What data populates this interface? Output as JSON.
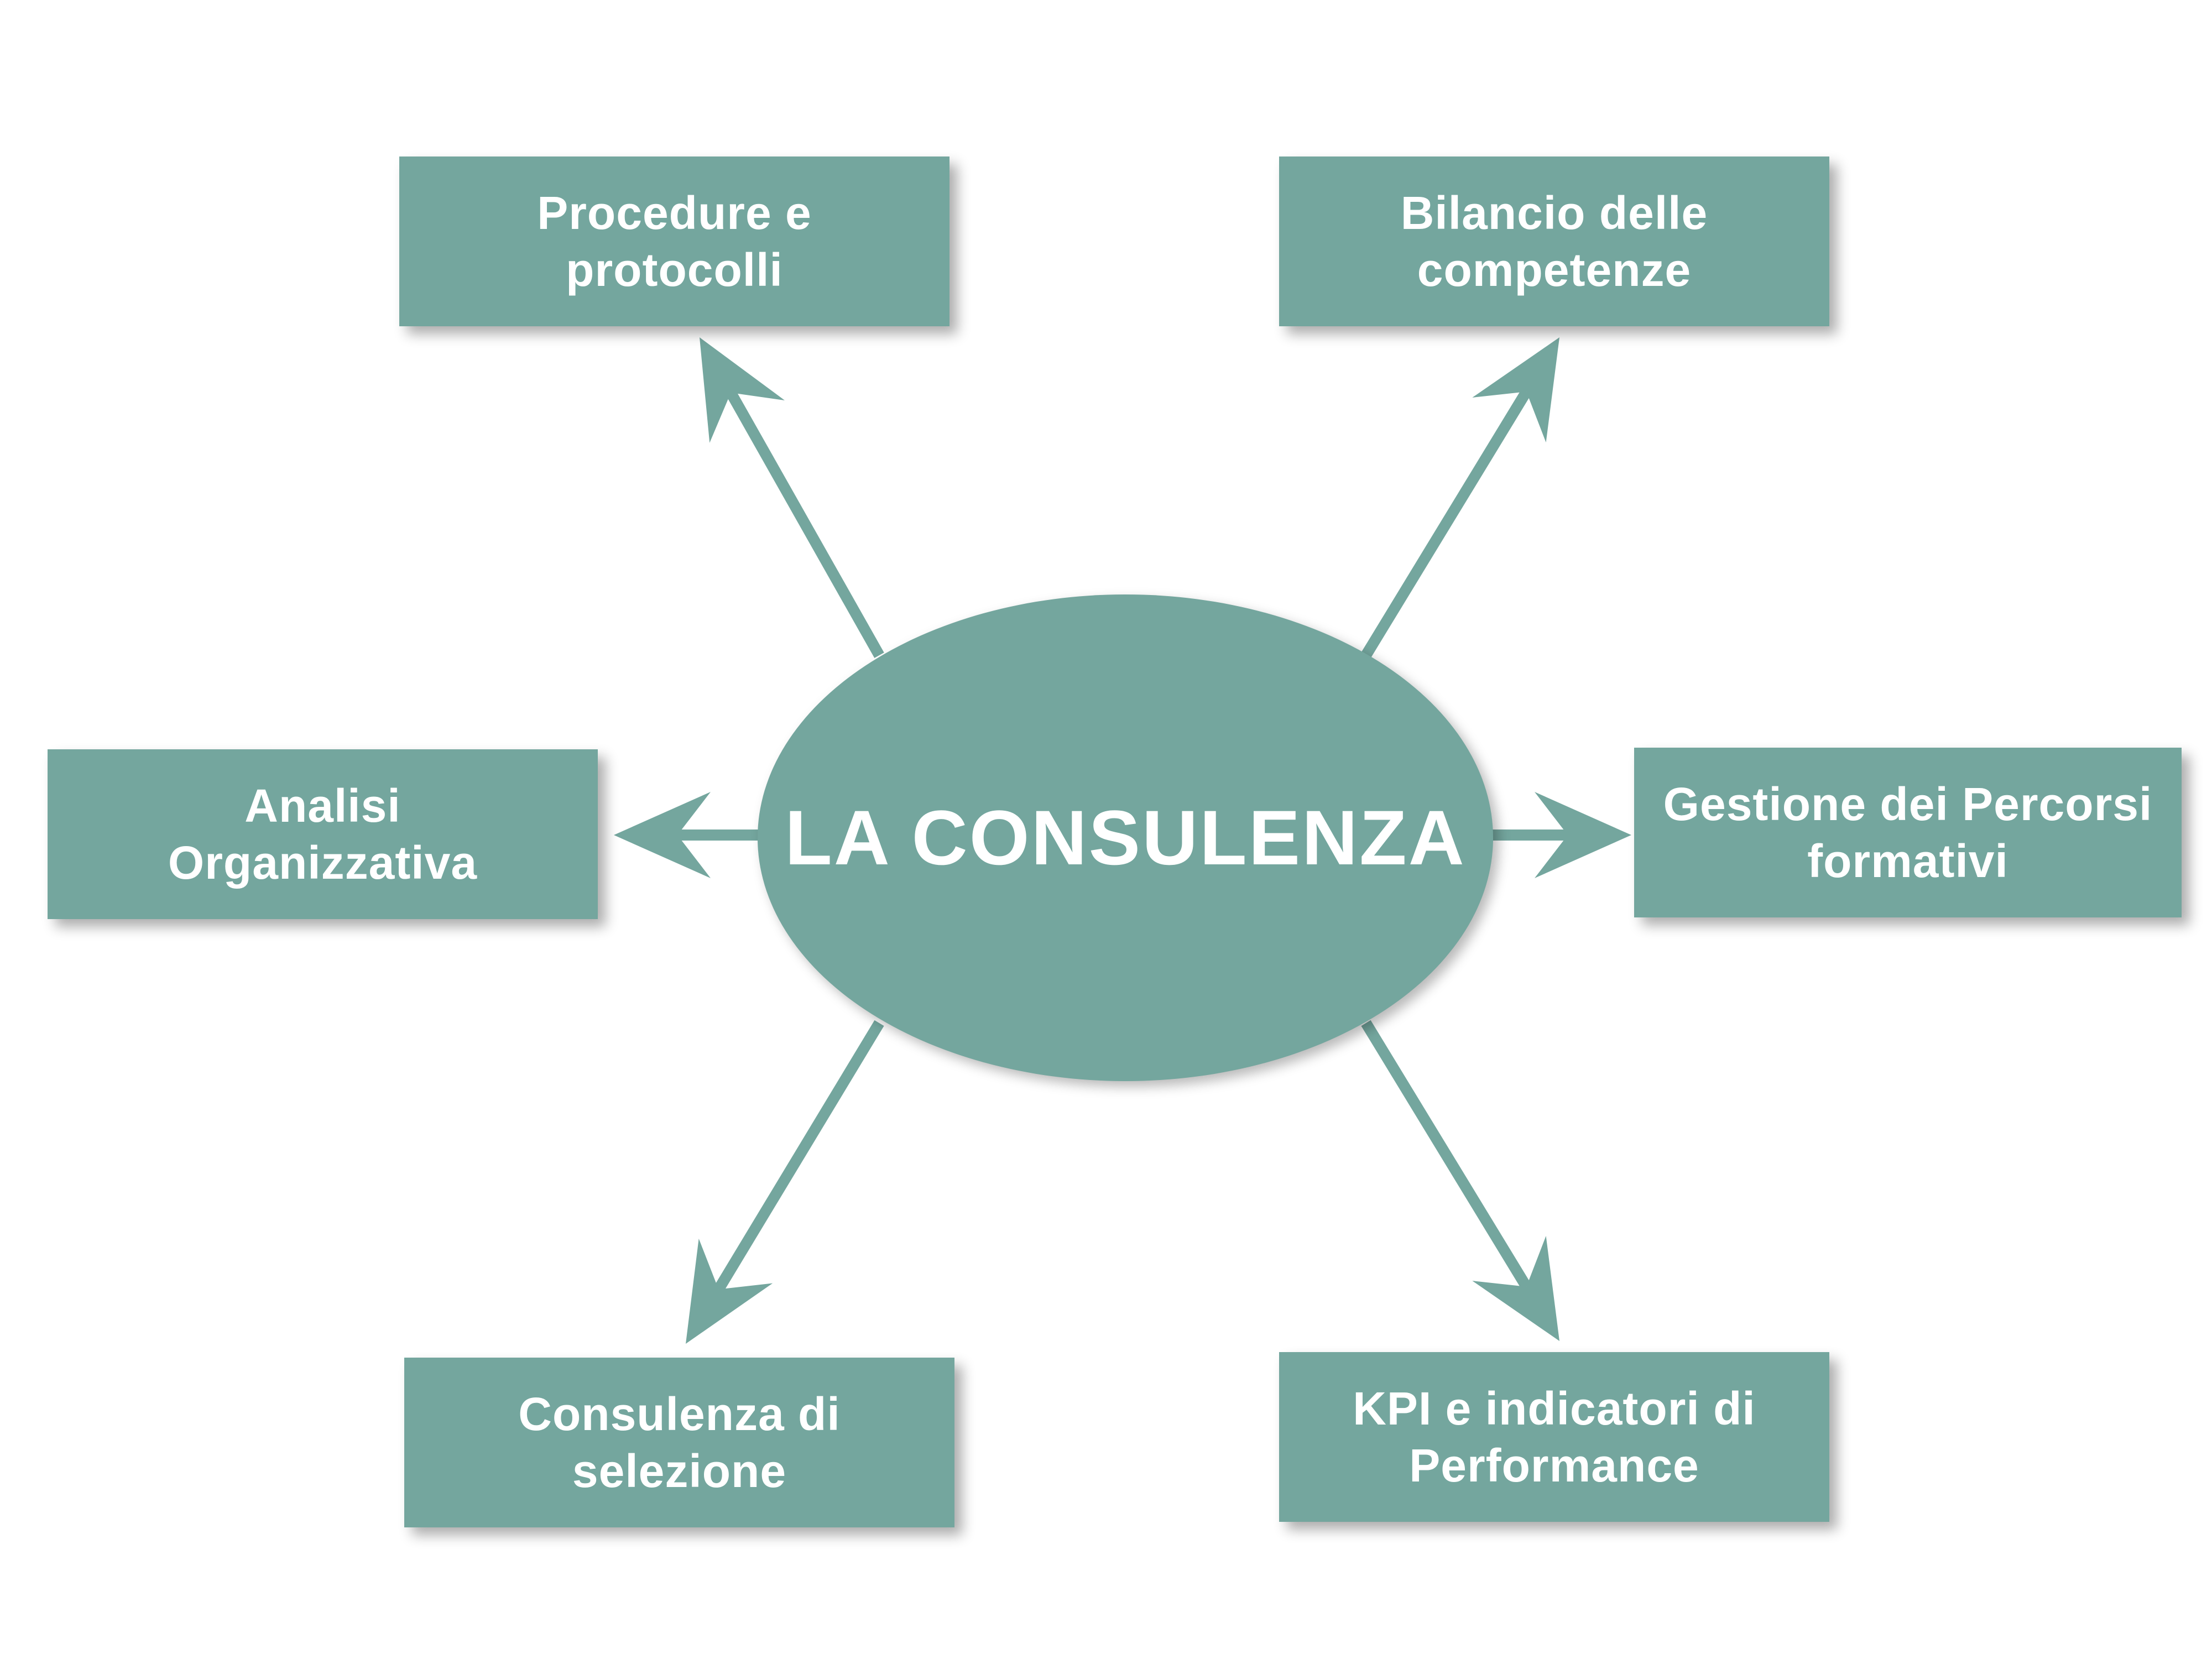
{
  "diagram": {
    "center": {
      "label": "LA CONSULENZA"
    },
    "nodes": [
      {
        "id": "procedure",
        "label": "Procedure e\nprotocolli"
      },
      {
        "id": "bilancio",
        "label": "Bilancio delle\ncompetenze"
      },
      {
        "id": "analisi",
        "label": "Analisi\nOrganizzativa"
      },
      {
        "id": "gestione",
        "label": "Gestione dei Percorsi\nformativi"
      },
      {
        "id": "selezione",
        "label": "Consulenza di\nselezione"
      },
      {
        "id": "kpi",
        "label": "KPI e indicatori di\nPerformance"
      }
    ],
    "edges": [
      {
        "from": "center",
        "to": "procedure"
      },
      {
        "from": "center",
        "to": "bilancio"
      },
      {
        "from": "center",
        "to": "analisi"
      },
      {
        "from": "center",
        "to": "gestione"
      },
      {
        "from": "center",
        "to": "selezione"
      },
      {
        "from": "center",
        "to": "kpi"
      }
    ],
    "colors": {
      "fill": "#74a69e",
      "text": "#ffffff",
      "background": "#ffffff"
    }
  }
}
